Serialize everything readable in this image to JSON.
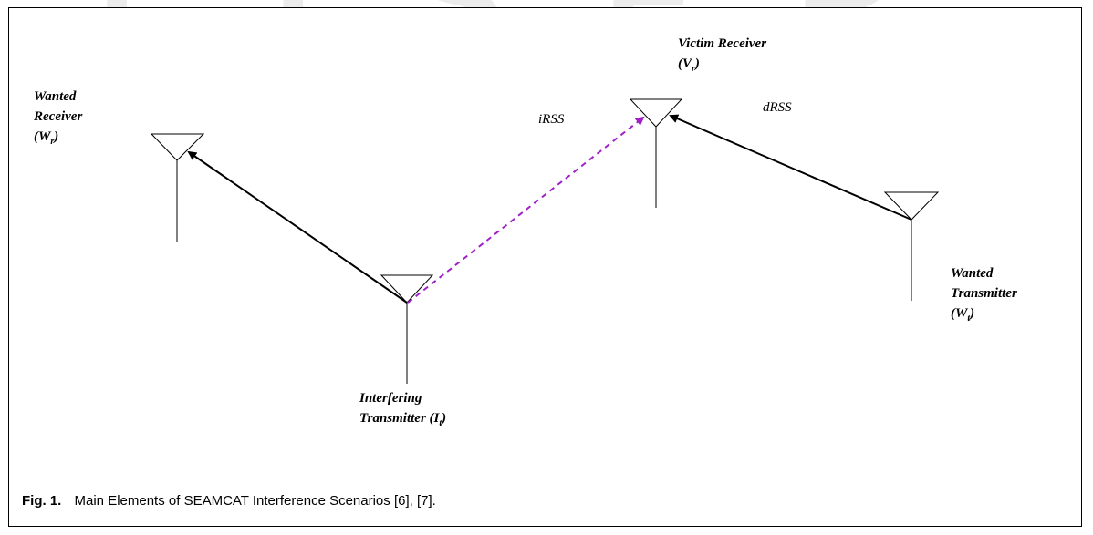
{
  "watermark": "IJSER",
  "figure": {
    "caption_label": "Fig. 1.",
    "caption_text": "Main Elements of SEAMCAT Interference Scenarios [6], [7]."
  },
  "nodes": {
    "wanted_receiver": {
      "line1": "Wanted",
      "line2": "Receiver",
      "symbol": "(W",
      "sub": "r",
      "close": ")"
    },
    "victim_receiver": {
      "line1": "Victim Receiver",
      "symbol": "(V",
      "sub": "r",
      "close": ")"
    },
    "interfering_transmitter": {
      "line1": "Interfering",
      "line2": "Transmitter (I",
      "sub": "t",
      "close": ")"
    },
    "wanted_transmitter": {
      "line1": "Wanted",
      "line2": "Transmitter",
      "symbol": "(W",
      "sub": "t",
      "close": ")"
    }
  },
  "links": {
    "irss": "iRSS",
    "drss": "dRSS"
  },
  "colors": {
    "interference": "#a020c8",
    "line": "#000000"
  }
}
